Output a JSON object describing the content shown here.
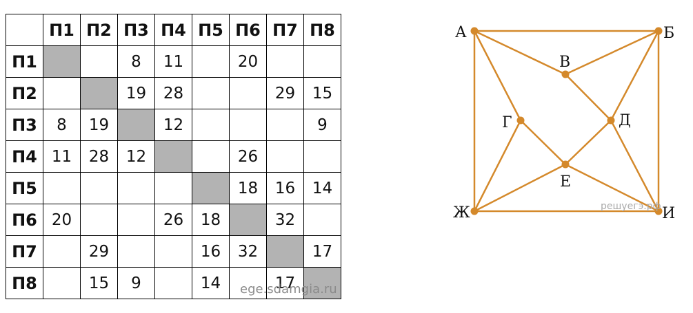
{
  "table": {
    "headers": [
      "П1",
      "П2",
      "П3",
      "П4",
      "П5",
      "П6",
      "П7",
      "П8"
    ],
    "rows": [
      [
        "",
        "",
        "8",
        "11",
        "",
        "20",
        "",
        ""
      ],
      [
        "",
        "",
        "19",
        "28",
        "",
        "",
        "29",
        "15"
      ],
      [
        "8",
        "19",
        "",
        "12",
        "",
        "",
        "",
        "9"
      ],
      [
        "11",
        "28",
        "12",
        "",
        "",
        "26",
        "",
        ""
      ],
      [
        "",
        "",
        "",
        "",
        "",
        "18",
        "16",
        "14"
      ],
      [
        "20",
        "",
        "",
        "26",
        "18",
        "",
        "32",
        ""
      ],
      [
        "",
        "29",
        "",
        "",
        "16",
        "32",
        "",
        "17"
      ],
      [
        "",
        "15",
        "9",
        "",
        "14",
        "",
        "17",
        ""
      ]
    ]
  },
  "graph": {
    "vertices": [
      {
        "id": "A",
        "label": "А"
      },
      {
        "id": "B",
        "label": "Б"
      },
      {
        "id": "V",
        "label": "В"
      },
      {
        "id": "G",
        "label": "Г"
      },
      {
        "id": "D",
        "label": "Д"
      },
      {
        "id": "E",
        "label": "Е"
      },
      {
        "id": "Zh",
        "label": "Ж"
      },
      {
        "id": "I",
        "label": "И"
      }
    ],
    "edges": [
      [
        "A",
        "B"
      ],
      [
        "A",
        "Zh"
      ],
      [
        "B",
        "I"
      ],
      [
        "Zh",
        "I"
      ],
      [
        "A",
        "V"
      ],
      [
        "V",
        "B"
      ],
      [
        "A",
        "G"
      ],
      [
        "G",
        "Zh"
      ],
      [
        "B",
        "D"
      ],
      [
        "D",
        "I"
      ],
      [
        "V",
        "D"
      ],
      [
        "G",
        "E"
      ],
      [
        "D",
        "E"
      ],
      [
        "E",
        "Zh"
      ],
      [
        "E",
        "I"
      ]
    ],
    "color": "#d4892b"
  },
  "watermarks": {
    "table": "ege.sdamgia.ru",
    "graph": "решуегэ.рф"
  }
}
